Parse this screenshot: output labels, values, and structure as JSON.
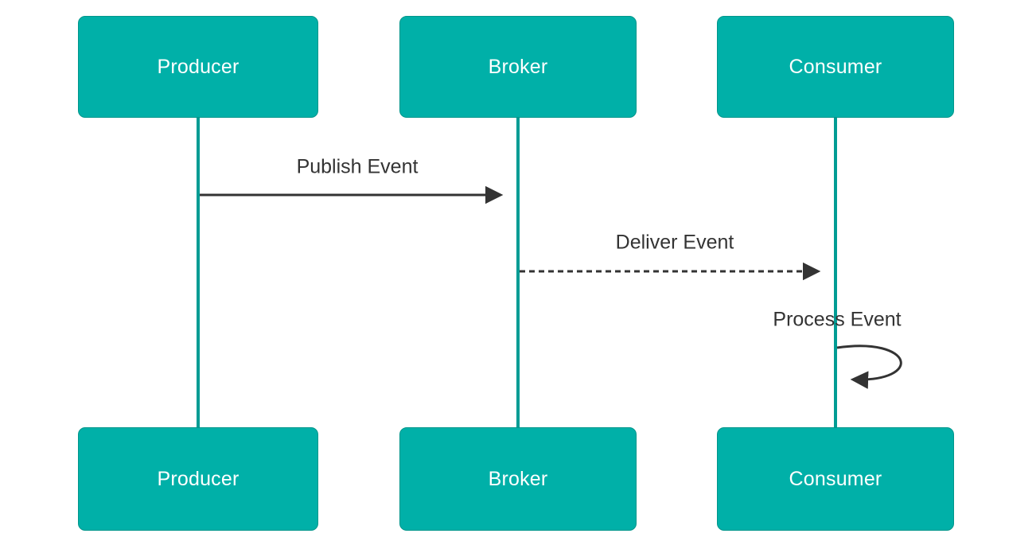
{
  "diagram": {
    "type": "sequence-diagram",
    "actors": [
      {
        "id": "producer",
        "label": "Producer"
      },
      {
        "id": "broker",
        "label": "Broker"
      },
      {
        "id": "consumer",
        "label": "Consumer"
      }
    ],
    "messages": [
      {
        "from": "producer",
        "to": "broker",
        "label": "Publish Event",
        "line_style": "solid"
      },
      {
        "from": "broker",
        "to": "consumer",
        "label": "Deliver Event",
        "line_style": "dashed"
      },
      {
        "from": "consumer",
        "to": "consumer",
        "label": "Process Event",
        "line_style": "self-loop"
      }
    ],
    "colors": {
      "actor_fill": "#00B0A8",
      "actor_border": "#00968B",
      "actor_text": "#FFFFFF",
      "lifeline": "#009C94",
      "message_line": "#333333",
      "message_text": "#333333",
      "background": "#FFFFFF"
    }
  }
}
